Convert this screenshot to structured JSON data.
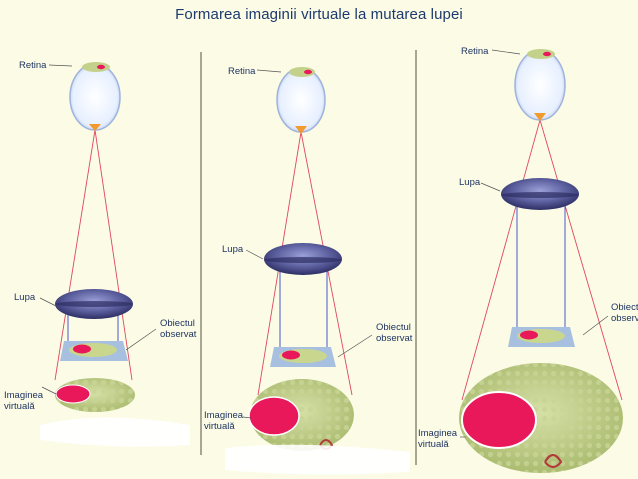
{
  "title": "Formarea imaginii virtuale la mutarea lupei",
  "labels": {
    "retina": "Retina",
    "lupa": "Lupa",
    "objectul_line1": "Obiectul",
    "objectul_line2": "observat",
    "objectul_clipped": "Obiect",
    "objectul_clipped_line2": "observ",
    "imaginea_line1": "Imaginea",
    "imaginea_line2": "virtuală"
  },
  "colors": {
    "background": "#fbfbe6",
    "ray": "#e0485f",
    "lens": "#3d3f7a",
    "virtual_image": "#b9c880",
    "spot": "#e8185a",
    "panel_divider": "#7a7a66"
  }
}
